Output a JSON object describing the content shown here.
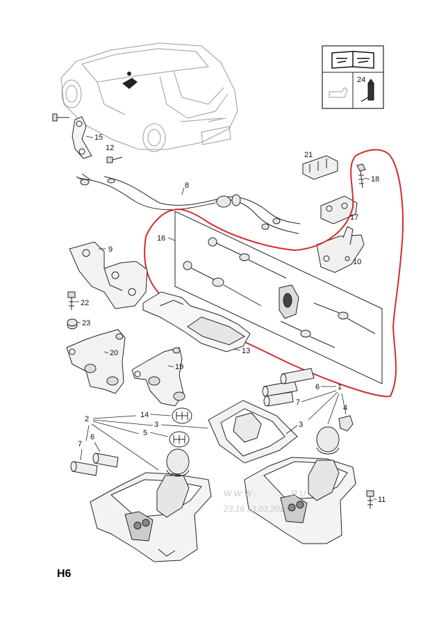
{
  "diagram": {
    "page_code": "H6",
    "watermark_line1": "W W W . . . . . . . . R U",
    "watermark_line2": "23.16  13.03.2016",
    "manual_box": {
      "ref": "24"
    },
    "callouts": {
      "c1": "1",
      "c2": "2",
      "c3a": "3",
      "c3b": "3",
      "c4": "4",
      "c5": "5",
      "c6a": "6",
      "c6b": "6",
      "c7a": "7",
      "c7b": "7",
      "c8": "8",
      "c9": "9",
      "c10": "10",
      "c11": "11",
      "c12": "12",
      "c13": "13",
      "c14": "14",
      "c15": "15",
      "c16": "16",
      "c17": "17",
      "c18": "18",
      "c19": "19",
      "c20": "20",
      "c21": "21",
      "c22": "22",
      "c23": "23"
    },
    "highlight_color": "#d62a2a"
  }
}
